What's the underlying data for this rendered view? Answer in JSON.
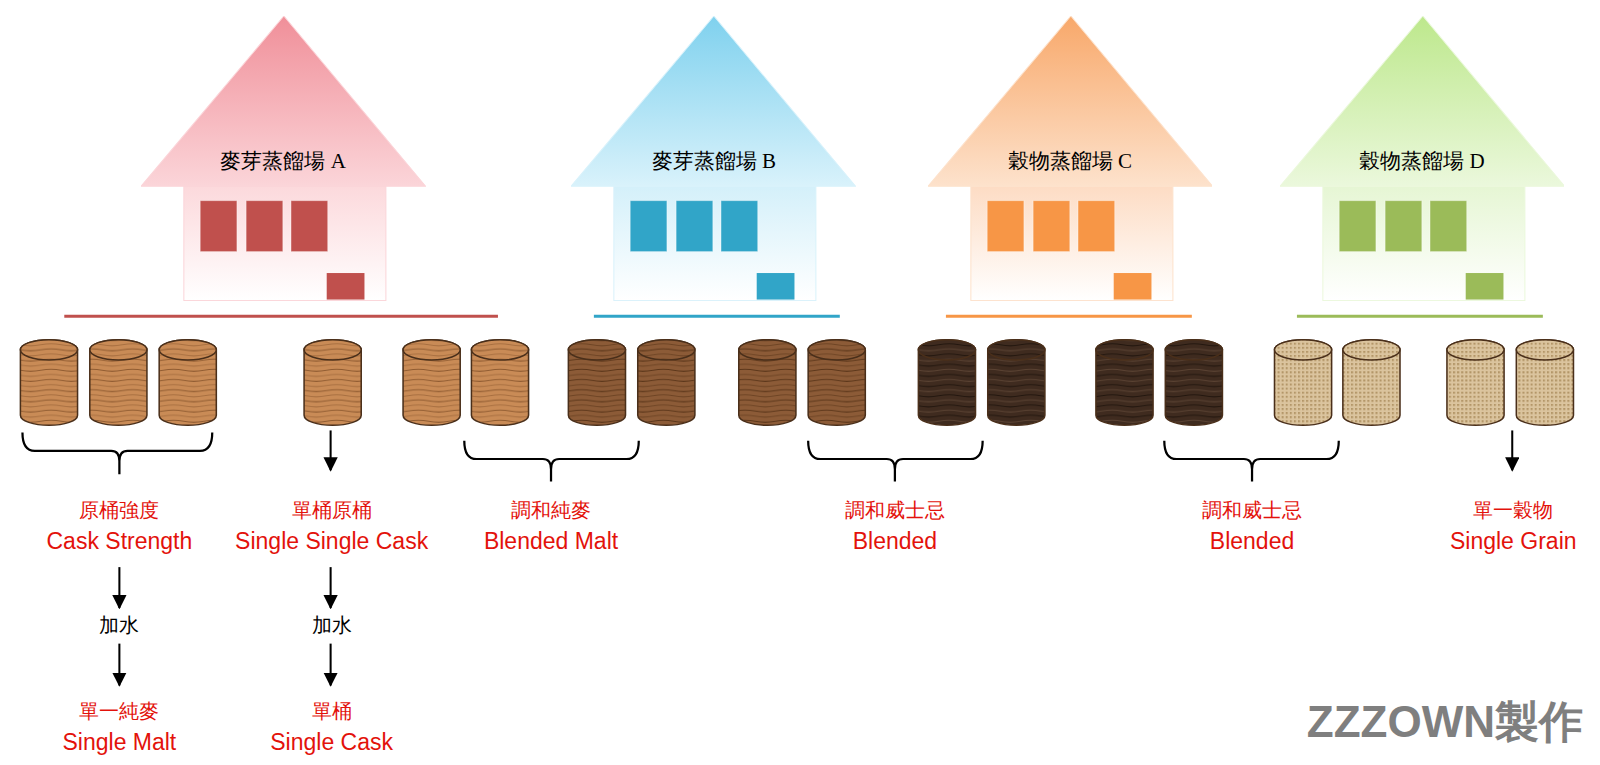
{
  "diagram": {
    "nodes": [
      {
        "text": [
          "麥芽蒸餾場 A"
        ]
      },
      {
        "text": [
          "麥芽蒸餾場 B"
        ]
      },
      {
        "text": [
          "穀物蒸餾場 C"
        ]
      },
      {
        "text": [
          "穀物蒸餾場 D"
        ]
      }
    ],
    "labels": [
      "原桶強度",
      "Cask Strength",
      "加水",
      "單一純麥",
      "Single Malt",
      "單桶原桶",
      "Single Single Cask",
      "加水",
      "單桶",
      "Single Cask",
      "調和純麥",
      "Blended Malt",
      "調和威士忌",
      "Blended",
      "調和威士忌",
      "Blended",
      "單一穀物",
      "Single Grain",
      "ZZZOWN製作"
    ]
  }
}
